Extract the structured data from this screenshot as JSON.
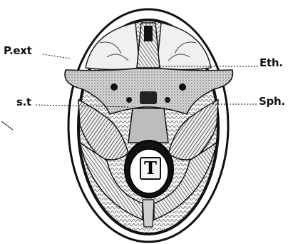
{
  "labels": {
    "p_ext": "P.ext",
    "eth": "Eth.",
    "st": "s.t",
    "sph": "Sph.",
    "t_mark": "T"
  }
}
